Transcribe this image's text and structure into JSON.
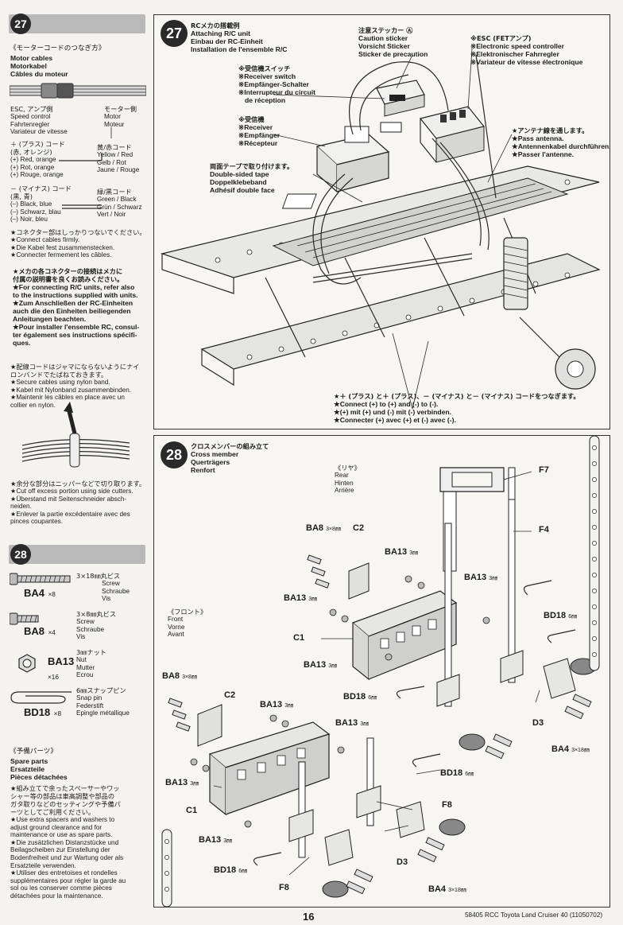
{
  "left": {
    "step27_badge": "27",
    "motor_title": "《モーターコードのつなぎ方》",
    "motor_cables": [
      "Motor cables",
      "Motorkabel",
      "Câbles du moteur"
    ],
    "esc_side": [
      "ESC, アンプ側",
      "Speed control",
      "Fahrtenregler",
      "Variateur de vitesse"
    ],
    "motor_side": [
      "モーター側",
      "Motor",
      "Moteur"
    ],
    "plus_cord": [
      "＋ (プラス) コード",
      "(赤, オレンジ)",
      "(+) Red, orange",
      "(+) Rot, orange",
      "(+) Rouge, orange"
    ],
    "yellow_cord": [
      "黄/赤コード",
      "Yellow / Red",
      "Gelb / Rot",
      "Jaune / Rouge"
    ],
    "minus_cord": [
      "－ (マイナス) コード",
      "(黒, 青)",
      "(–) Black, blue",
      "(–) Schwarz, blau",
      "(–) Noir, bleu"
    ],
    "green_cord": [
      "緑/黒コード",
      "Green / Black",
      "Grün / Schwarz",
      "Vert / Noir"
    ],
    "connect_note": [
      "★コネクター部はしっかりつないでください。",
      "★Connect cables firmly.",
      "★Die Kabel fest zusammenstecken.",
      "★Connecter fermement les câbles."
    ],
    "rc_note": [
      "★メカの各コネクターの接続はメカに",
      "付属の説明書を良くお読みください。",
      "★For connecting R/C units, refer also",
      "to the instructions supplied with units.",
      "★Zum Anschließen der RC-Einheiten",
      "auch die den Einheiten beiliegenden",
      "Anleitungen beachten.",
      "★Pour installer l'ensemble RC, consul-",
      "ter également ses instructions spécifi-",
      "ques."
    ],
    "nylon_note": [
      "★配線コードはジャマにならないようにナイ",
      "ロンバンドでたばねておきます。",
      "★Secure cables using nylon band.",
      "★Kabel mit Nylonband zusammenbinden.",
      "★Maintenir les câbles en place avec un",
      "collier en nylon."
    ],
    "cut_note": [
      "★余分な部分はニッパーなどで切り取ります。",
      "★Cut off excess portion using side cutters.",
      "★Überstand mit Seitenschneider absch-",
      "neiden.",
      "★Enlever la partie excédentaire avec des",
      "pinces coupantes."
    ],
    "step28_badge": "28",
    "parts": [
      {
        "code": "BA4",
        "qty": "×8",
        "desc": [
          "3×18㎜丸ビス",
          "Screw",
          "Schraube",
          "Vis"
        ]
      },
      {
        "code": "BA8",
        "qty": "×4",
        "desc": [
          "3×8㎜丸ビス",
          "Screw",
          "Schraube",
          "Vis"
        ]
      },
      {
        "code": "BA13",
        "qty": "×16",
        "desc": [
          "3㎜ナット",
          "Nut",
          "Mutter",
          "Ecrou"
        ]
      },
      {
        "code": "BD18",
        "qty": "×8",
        "desc": [
          "6㎜スナップピン",
          "Snap pin",
          "Federstift",
          "Epingle métallique"
        ]
      }
    ],
    "spare_title": "《予備パーツ》",
    "spare_names": [
      "Spare parts",
      "Ersatzteile",
      "Pièces détachées"
    ],
    "spare_note": [
      "★組み立てで余ったスペーサーやワッ",
      "シャー等の部品は車高調整や部品の",
      "ガタ取りなどのセッティングや予備パ",
      "ーツとしてご利用ください。",
      "★Use extra spacers and washers to",
      "adjust ground clearance and for",
      "maintenance or use as spare parts.",
      "★Die zusätzlichen Distanzstücke und",
      "Beilagscheiben zur Einstellung der",
      "Bodenfreiheit und zur Wartung oder als",
      "Ersatzteile verwenden.",
      "★Utiliser des entretoises et rondelles",
      "supplémentaires pour régler la garde au",
      "sol ou les conserver comme pièces",
      "détachées pour la maintenance."
    ]
  },
  "step27": {
    "badge": "27",
    "title": [
      "RCメカの搭載例",
      "Attaching R/C unit",
      "Einbau der RC-Einheit",
      "Installation de l'ensemble R/C"
    ],
    "caution": [
      "注意ステッカー Ⓐ",
      "Caution sticker",
      "Vorsicht Sticker",
      "Sticker de precaution"
    ],
    "esc": [
      "※ESC (FETアンプ)",
      "※Electronic speed controller",
      "※Elektronischer Fahrregler",
      "※Variateur de vitesse électronique"
    ],
    "switch": [
      "※受信機スイッチ",
      "※Receiver switch",
      "※Empfänger-Schalter",
      "※Interrupteur du circuit",
      "de réception"
    ],
    "receiver": [
      "※受信機",
      "※Receiver",
      "※Empfänger",
      "※Récepteur"
    ],
    "antenna": [
      "★アンテナ線を通します。",
      "★Pass antenna.",
      "★Antennenkabel durchführen.",
      "★Passer l'antenne."
    ],
    "tape": [
      "両面テープで取り付けます。",
      "Double-sided tape",
      "Doppelklebeband",
      "Adhésif double face"
    ],
    "connect": [
      "★＋ (プラス) と＋ (プラス)、－ (マイナス) と－ (マイナス) コードをつなぎます。",
      "★Connect (+) to (+) and (-) to (-).",
      "★(+) mit (+) und (-) mit (-) verbinden.",
      "★Connecter (+) avec (+) et (-) avec (-)."
    ]
  },
  "step28": {
    "badge": "28",
    "title": [
      "クロスメンバーの組み立て",
      "Cross member",
      "Querträgers",
      "Renfort"
    ],
    "rear": [
      "《リヤ》",
      "Rear",
      "Hinten",
      "Arrière"
    ],
    "front": [
      "《フロント》",
      "Front",
      "Vorne",
      "Avant"
    ],
    "labels": {
      "ba8": "BA8",
      "ba8_size": "3×8㎜",
      "c2": "C2",
      "c1": "C1",
      "ba13": "BA13",
      "ba13_size": "3㎜",
      "bd18": "BD18",
      "bd18_size": "6㎜",
      "f7": "F7",
      "f4": "F4",
      "f8": "F8",
      "d3": "D3",
      "ba4": "BA4",
      "ba4_size": "3×18㎜"
    }
  },
  "footer": {
    "page": "16",
    "ref": "58405 RCC Toyota Land Cruiser 40 (11050702)"
  }
}
